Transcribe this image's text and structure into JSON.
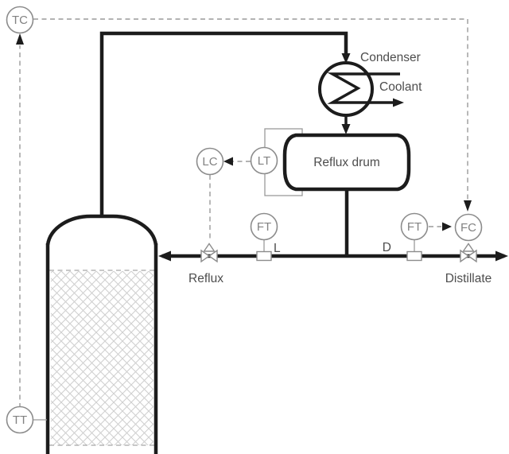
{
  "figure": {
    "type": "process-flow-diagram",
    "subject": "distillation column overhead system with condenser, reflux drum and control loops",
    "equipment_labels": {
      "condenser": "Condenser",
      "coolant": "Coolant",
      "reflux_drum": "Reflux drum"
    },
    "stream_labels": {
      "reflux": "Reflux",
      "distillate": "Distillate",
      "reflux_flow_tag": "L",
      "distillate_flow_tag": "D"
    },
    "instruments": {
      "tc": "TC",
      "tt": "TT",
      "lc": "LC",
      "lt": "LT",
      "ft_reflux": "FT",
      "ft_distillate": "FT",
      "fc": "FC"
    },
    "colors": {
      "process_line": "#1c1c1c",
      "instrument_line": "#8c8c8c",
      "signal_line": "#9a9a9a",
      "label_text": "#4d4d4d",
      "instrument_text": "#828282",
      "hatch": "#d0d0d0",
      "background": "#ffffff"
    }
  }
}
